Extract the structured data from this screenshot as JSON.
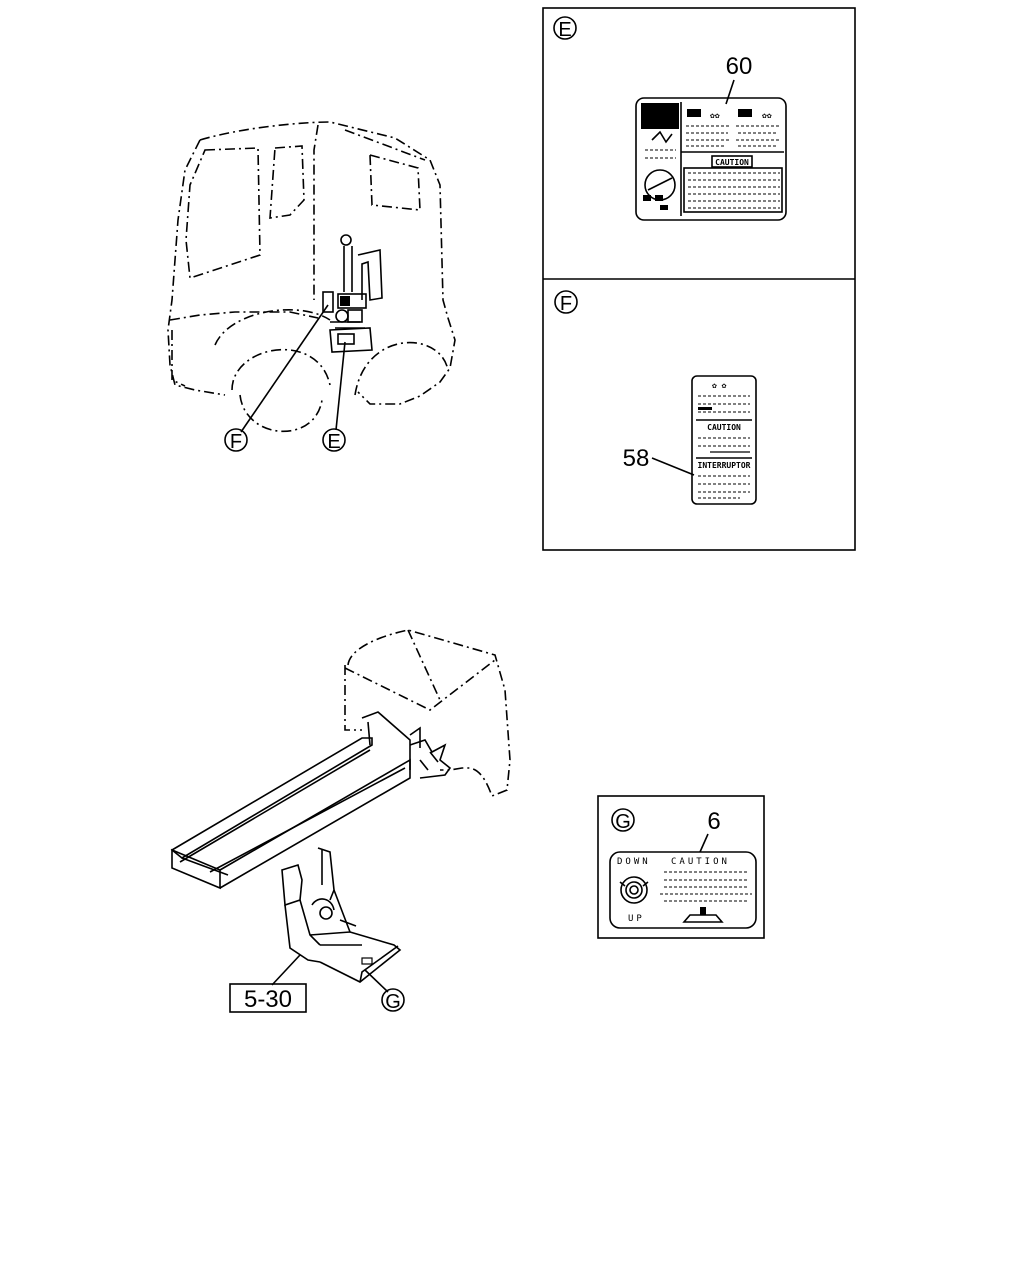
{
  "callouts": {
    "e": "E",
    "f": "F",
    "g": "G"
  },
  "parts": {
    "label_60": "60",
    "label_58": "58",
    "label_6": "6",
    "ref_5_30": "5-30"
  },
  "decal_e": {
    "caution": "CAUTION"
  },
  "decal_f": {
    "caution": "CAUTION",
    "interrupter": "INTERRUPTOR"
  },
  "decal_g": {
    "down": "DOWN",
    "caution": "CAUTION",
    "up": "UP"
  }
}
